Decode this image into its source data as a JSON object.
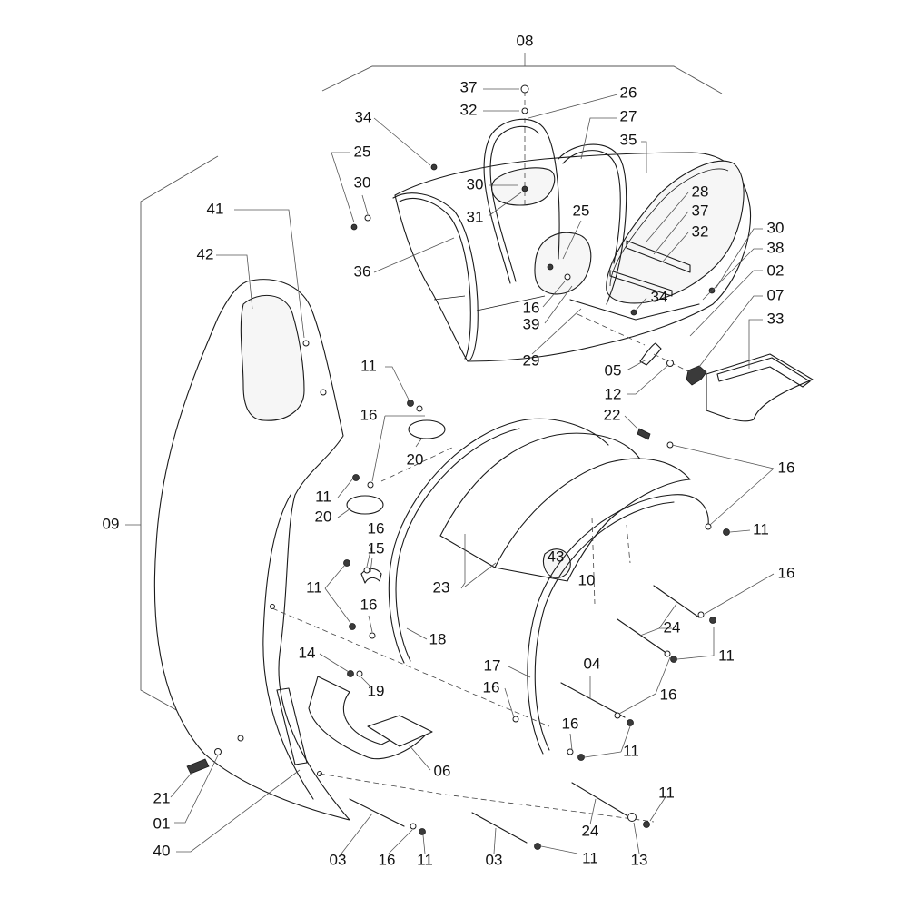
{
  "labels": {
    "l08": "08",
    "l37a": "37",
    "l32a": "32",
    "l26": "26",
    "l27": "27",
    "l35": "35",
    "l34a": "34",
    "l25a": "25",
    "l30a": "30",
    "l30b": "30",
    "l31": "31",
    "l28": "28",
    "l37b": "37",
    "l32b": "32",
    "l30c": "30",
    "l38": "38",
    "l02": "02",
    "l07": "07",
    "l33": "33",
    "l25b": "25",
    "l36": "36",
    "l16a": "16",
    "l39": "39",
    "l34b": "34",
    "l29": "29",
    "l05": "05",
    "l12": "12",
    "l41": "41",
    "l42": "42",
    "l09": "09",
    "l11a": "11",
    "l16b": "16",
    "l20a": "20",
    "l22": "22",
    "l16c": "16",
    "l11b": "11",
    "l20b": "20",
    "l16d": "16",
    "l15": "15",
    "l11c": "11",
    "l43": "43",
    "l11d": "11",
    "l10": "10",
    "l23": "23",
    "l16e": "16",
    "l16f": "16",
    "l18": "18",
    "l24a": "24",
    "l11e": "11",
    "l14": "14",
    "l19": "19",
    "l17": "17",
    "l04": "04",
    "l16g": "16",
    "l16h": "16",
    "l16i": "16",
    "l11f": "11",
    "l06": "06",
    "l21": "21",
    "l01": "01",
    "l40": "40",
    "l03a": "03",
    "l16j": "16",
    "l11g": "11",
    "l03b": "03",
    "l11h": "11",
    "l24b": "24",
    "l11i": "11",
    "l13": "13"
  }
}
